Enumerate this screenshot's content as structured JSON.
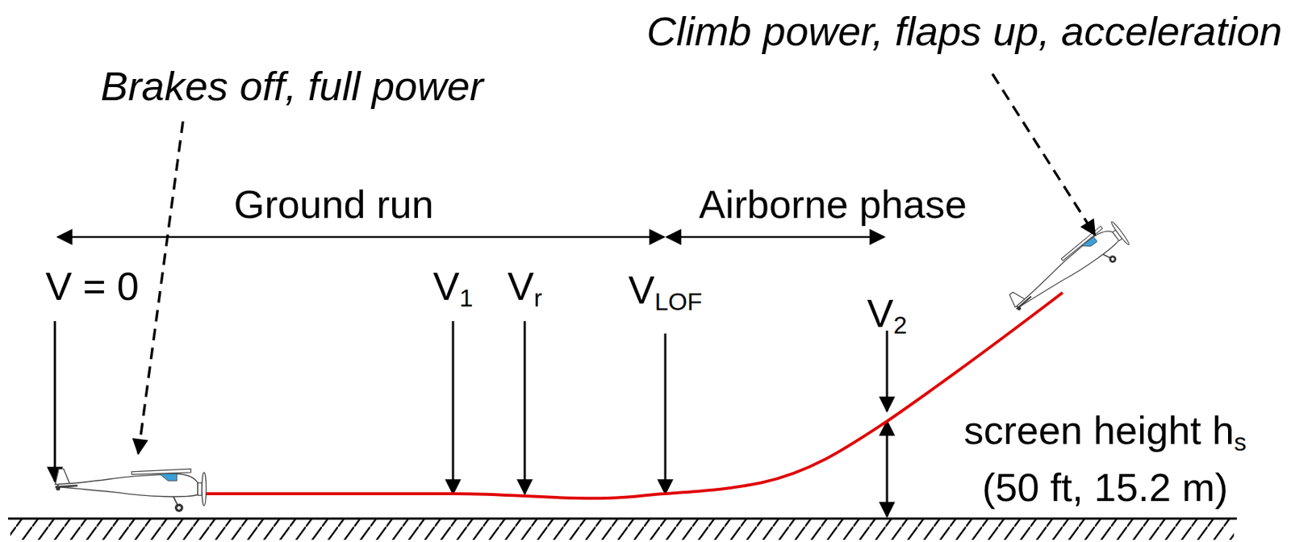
{
  "diagram": {
    "labels": [
      "Climb power, flaps up, acceleration",
      "Brakes off, full power",
      "Ground run",
      "Airborne phase",
      "V = 0",
      "V1",
      "Vr",
      "VLOF",
      "V2",
      "screen height hs",
      "(50 ft, 15.2 m)"
    ]
  }
}
